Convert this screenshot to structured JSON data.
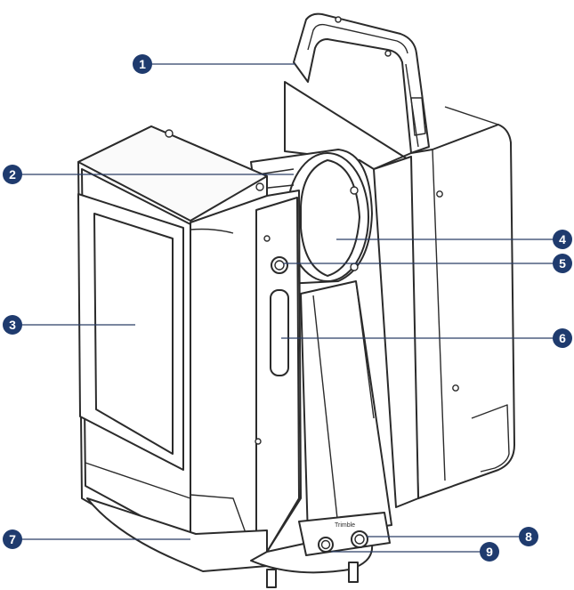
{
  "callouts": [
    {
      "id": "1",
      "label": "1"
    },
    {
      "id": "2",
      "label": "2"
    },
    {
      "id": "3",
      "label": "3"
    },
    {
      "id": "4",
      "label": "4"
    },
    {
      "id": "5",
      "label": "5"
    },
    {
      "id": "6",
      "label": "6"
    },
    {
      "id": "7",
      "label": "7"
    },
    {
      "id": "8",
      "label": "8"
    },
    {
      "id": "9",
      "label": "9"
    }
  ],
  "base_brand_text": "Trimble",
  "colors": {
    "callout": "#1f3b6e",
    "line": "#2b2b2b",
    "leader": "#2a3d66",
    "background": "#ffffff"
  }
}
